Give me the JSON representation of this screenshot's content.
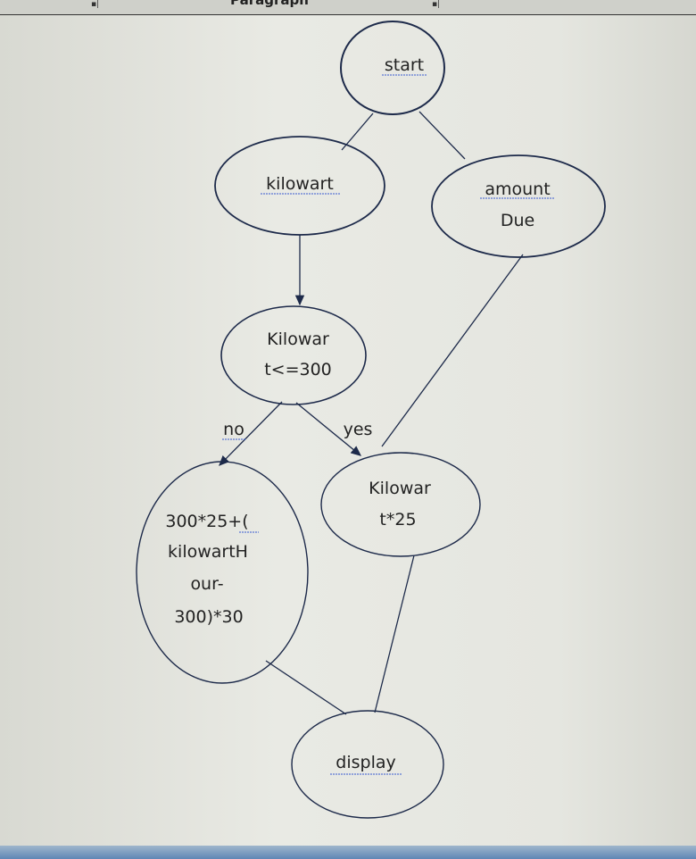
{
  "toolbar": {
    "group_label": "Paragraph"
  },
  "diagram": {
    "nodes": {
      "start": {
        "lines": [
          "start"
        ]
      },
      "kilowart": {
        "lines": [
          "kilowart"
        ]
      },
      "amount_due": {
        "lines": [
          "amount",
          "Due"
        ]
      },
      "condition": {
        "lines": [
          "Kilowar",
          "t<=300"
        ]
      },
      "formula_over": {
        "lines": [
          "300*25+(",
          "kilowartH",
          "our-",
          "300)*30"
        ]
      },
      "formula_under": {
        "lines": [
          "Kilowar",
          "t*25"
        ]
      },
      "display": {
        "lines": [
          "display"
        ]
      }
    },
    "edge_labels": {
      "no": "no",
      "yes": "yes"
    }
  }
}
